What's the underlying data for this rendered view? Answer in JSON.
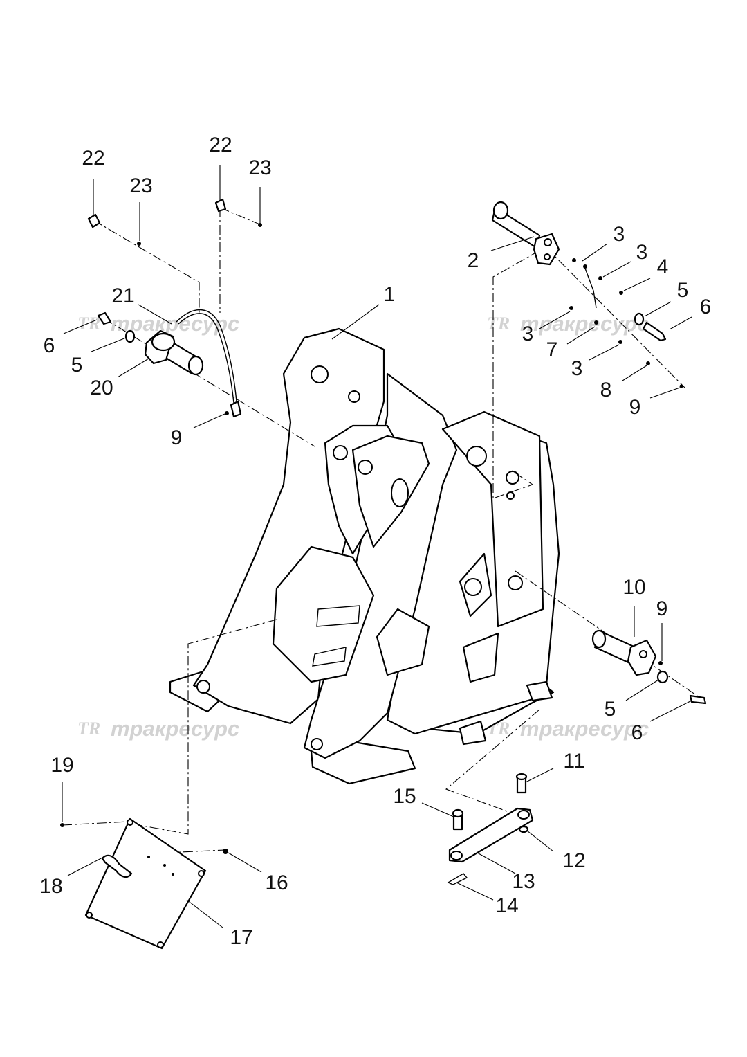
{
  "callouts": {
    "c1": "1",
    "c2": "2",
    "c3a": "3",
    "c3b": "3",
    "c3c": "3",
    "c3d": "3",
    "c4": "4",
    "c5r": "5",
    "c5l": "5",
    "c5b": "5",
    "c6r": "6",
    "c6l": "6",
    "c6b": "6",
    "c7": "7",
    "c8": "8",
    "c9r": "9",
    "c9l": "9",
    "c9b": "9",
    "c10": "10",
    "c11": "11",
    "c12": "12",
    "c13": "13",
    "c14": "14",
    "c15": "15",
    "c16": "16",
    "c17": "17",
    "c18": "18",
    "c19": "19",
    "c20": "20",
    "c21": "21",
    "c22l": "22",
    "c22r": "22",
    "c23l": "23",
    "c23r": "23"
  },
  "watermark": {
    "logo": "TR",
    "text": "тракресурс",
    "color": "#d2d2d2"
  },
  "colors": {
    "ink": "#000000",
    "paper": "#ffffff"
  }
}
